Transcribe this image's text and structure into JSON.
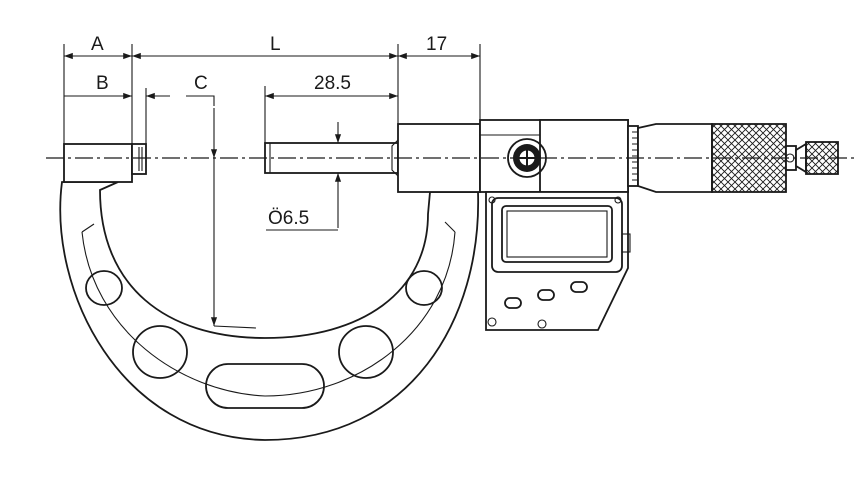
{
  "drawing": {
    "dimensions": {
      "a": "A",
      "b": "B",
      "c": "C",
      "l": "L",
      "seventeen": "17",
      "spindle_length": "28.5",
      "spindle_diameter": "Ö6.5"
    },
    "colors": {
      "line": "#1a1a1a",
      "background": "#ffffff"
    }
  }
}
